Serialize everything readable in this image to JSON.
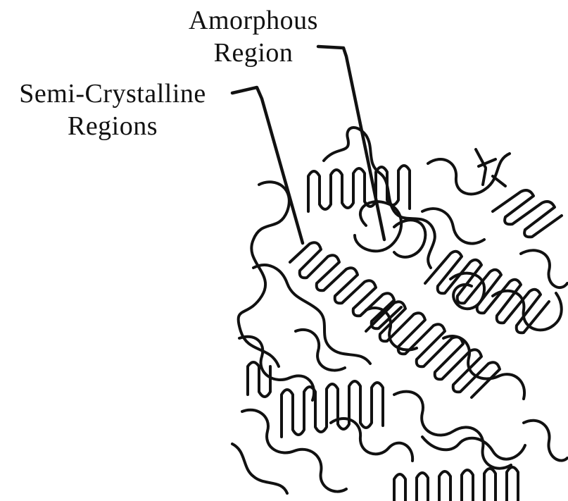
{
  "labels": {
    "amorphous": {
      "line1": "Amorphous",
      "line2": "Region"
    },
    "semicrystalline": {
      "line1": "Semi-Crystalline",
      "line2": "Regions"
    }
  },
  "colors": {
    "ink": "#111111",
    "background": "#ffffff"
  }
}
